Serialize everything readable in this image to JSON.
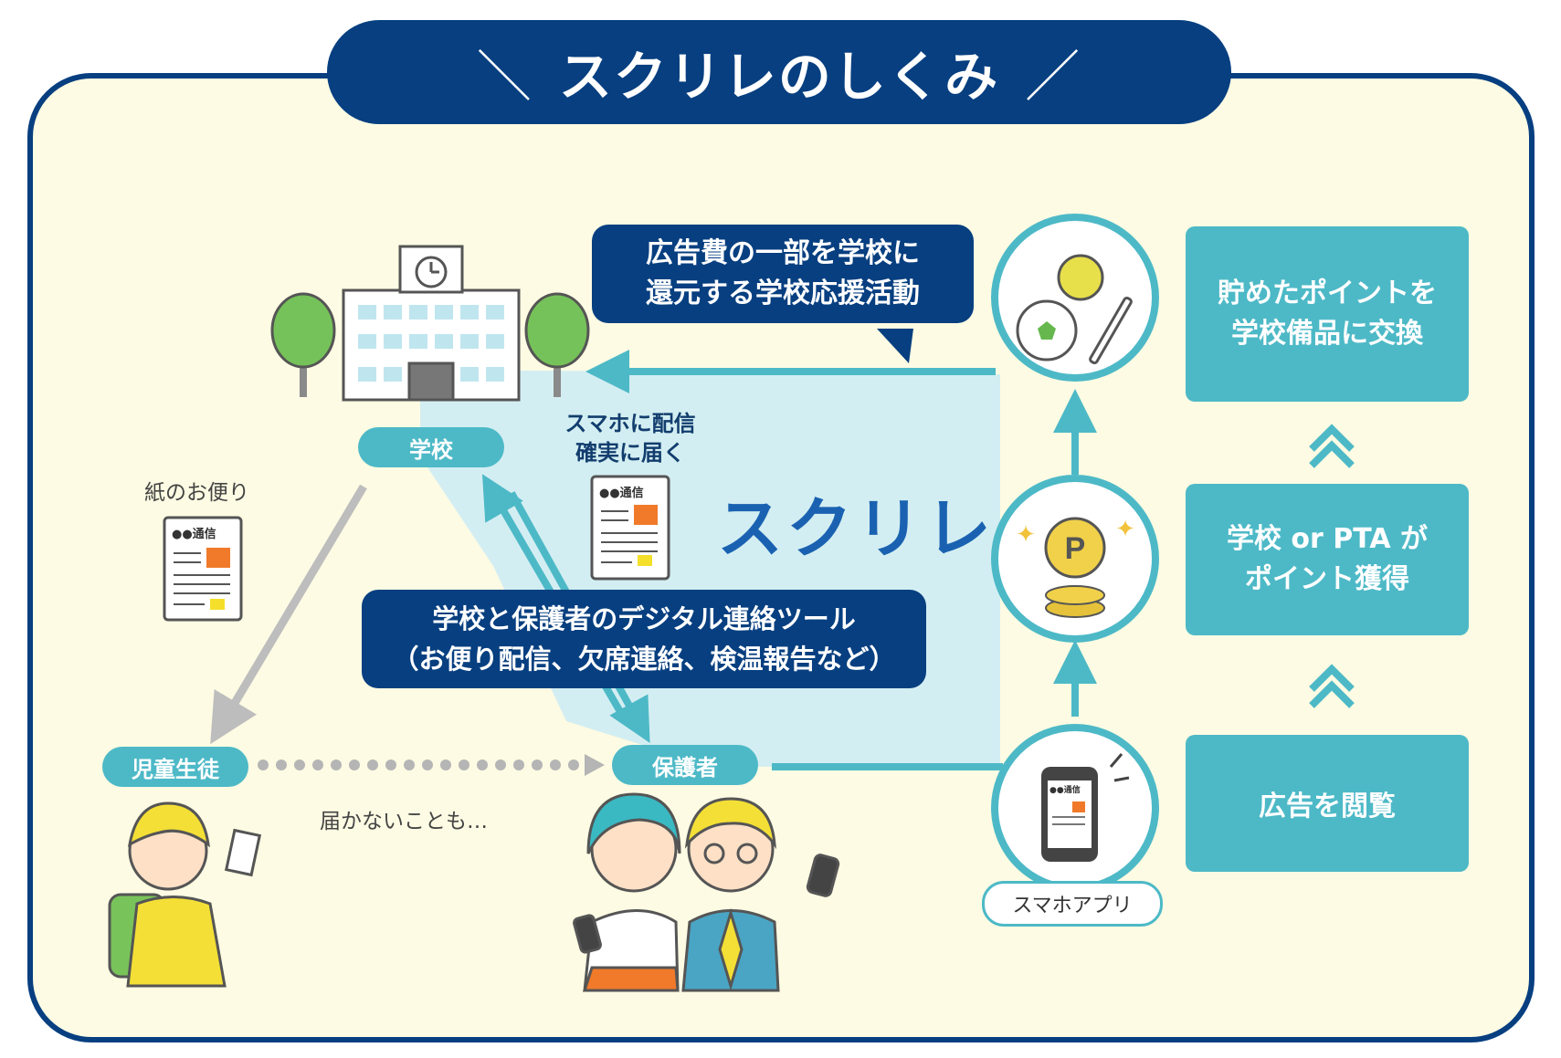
{
  "title": {
    "main": "スクリレのしくみ",
    "deco_left": "＼",
    "deco_right": "／"
  },
  "labels": {
    "school": "学校",
    "student": "児童生徒",
    "guardian": "保護者",
    "paper_letter": "紙のお便り",
    "may_not_arrive": "届かないことも…",
    "smartphone_delivery_1": "スマホに配信",
    "smartphone_delivery_2": "確実に届く",
    "brand": "スクリレ",
    "app": "スマホアプリ",
    "letter_header": "●●通信"
  },
  "bubbles": {
    "ad_return_1": "広告費の一部を学校に",
    "ad_return_2": "還元する学校応援活動",
    "tool_1": "学校と保護者のデジタル連絡ツール",
    "tool_2": "（お便り配信、欠席連絡、検温報告など）"
  },
  "steps": {
    "view_ads": "広告を閲覧",
    "earn_1": "学校 or PTA が",
    "earn_2": "ポイント獲得",
    "exchange_1": "貯めたポイントを",
    "exchange_2": "学校備品に交換"
  },
  "icons": [
    "school-building-icon",
    "tree-icon",
    "clock-icon",
    "newsletter-icon",
    "sports-equipment-icon",
    "point-coins-icon",
    "smartphone-icon",
    "student-icon",
    "parents-icon",
    "double-chevron-up-icon"
  ],
  "colors": {
    "navy": "#073f80",
    "teal": "#4db9c7",
    "cream": "#fdfbe3",
    "brand_blue": "#1a62b1"
  }
}
